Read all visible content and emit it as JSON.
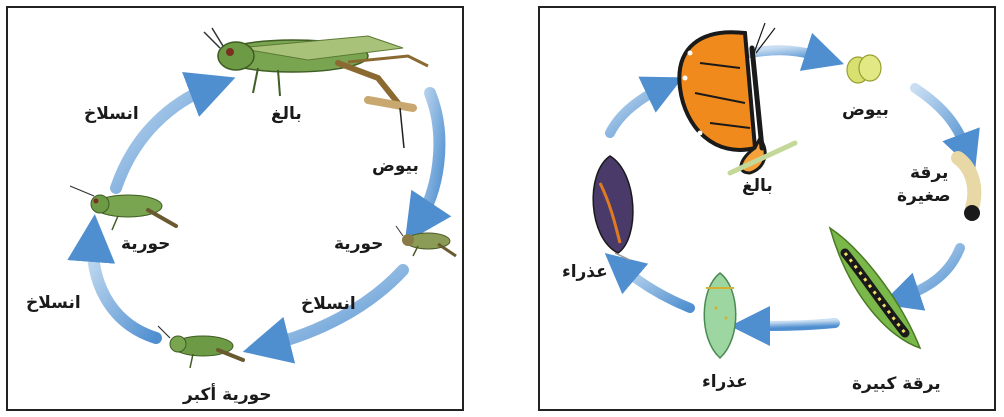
{
  "grasshopper_cycle": {
    "adult": "بالغ",
    "eggs": "بيوض",
    "nymph_right": "حورية",
    "molt_right": "انسلاخ",
    "larger_nymph": "حورية أكبر",
    "molt_left_lower": "انسلاخ",
    "nymph_left": "حورية",
    "molt_left_upper": "انسلاخ"
  },
  "butterfly_cycle": {
    "adult": "بالغ",
    "eggs": "بيوض",
    "small_larva_line1": "يرقة",
    "small_larva_line2": "صغيرة",
    "large_larva": "يرقة كبيرة",
    "pupa_bottom": "عذراء",
    "pupa_left": "عذراء"
  },
  "colors": {
    "arrow": "#6fa3d6",
    "grasshopper_body": "#7aa550",
    "butterfly_wing": "#f08a1c"
  }
}
